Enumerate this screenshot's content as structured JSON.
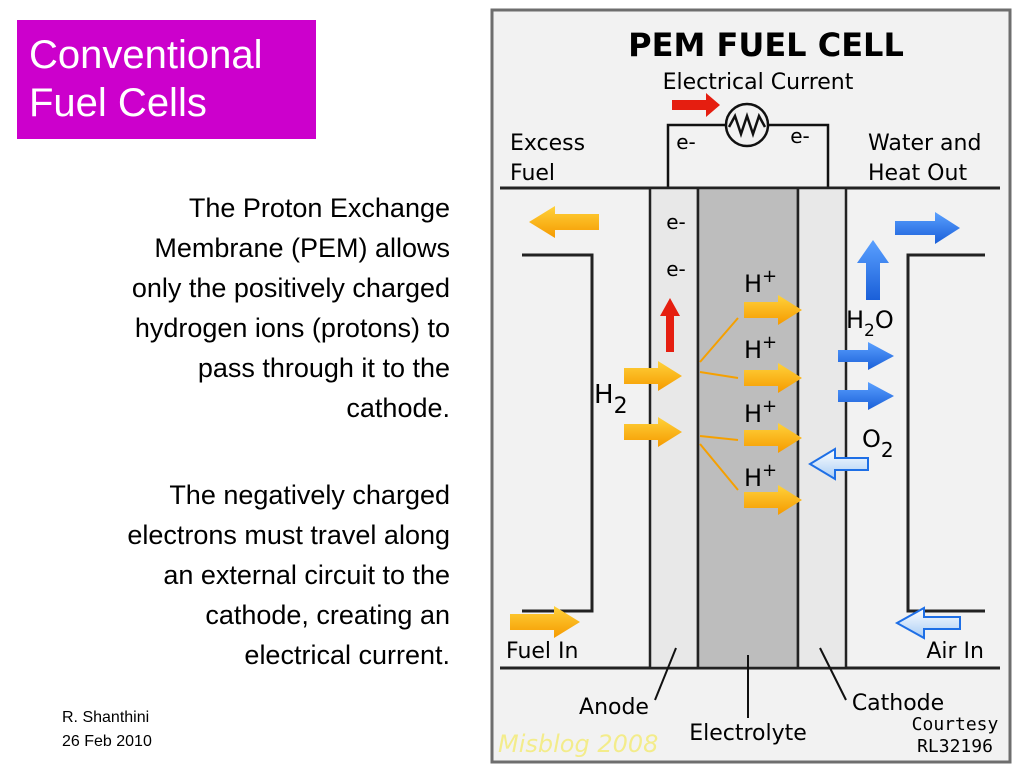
{
  "slide": {
    "title_lines": [
      "Conventional",
      "Fuel Cells"
    ],
    "paragraph1_lines": [
      "The Proton Exchange",
      "Membrane (PEM) allows",
      "only the positively charged",
      "hydrogen ions (protons) to",
      "pass through it to the",
      "cathode."
    ],
    "paragraph2_lines": [
      "The negatively charged",
      "electrons must travel along",
      "an external circuit to the",
      "cathode, creating an",
      "electrical current."
    ],
    "author": "R. Shanthini",
    "date": "26 Feb 2010"
  },
  "diagram": {
    "title": "PEM FUEL CELL",
    "subtitle": "Electrical Current",
    "circuit_electron_left": "e-",
    "circuit_electron_right": "e-",
    "excess_fuel_lines": [
      "Excess",
      "Fuel"
    ],
    "water_heat_lines": [
      "Water and",
      "Heat Out"
    ],
    "anode_electrons": [
      "e-",
      "e-"
    ],
    "proton_label": "H",
    "proton_charge": "+",
    "hydrogen": {
      "symbol": "H",
      "subscript": "2"
    },
    "water": {
      "symbol": "H",
      "subscript": "2",
      "suffix": "O"
    },
    "oxygen": {
      "symbol": "O",
      "subscript": "2"
    },
    "fuel_in": "Fuel In",
    "air_in": "Air In",
    "anode": "Anode",
    "electrolyte": "Electrolyte",
    "cathode": "Cathode",
    "watermark": "Misblog 2008",
    "courtesy_lines": [
      "Courtesy",
      "RL32196"
    ],
    "colors": {
      "orange": "#ffb400",
      "blue": "#1e6fe6",
      "red": "#e51e10",
      "plate": "#e8e8e8",
      "electrolyte": "#bdbdbd",
      "frame": "#6e6e6e",
      "background": "#f2f2f2"
    }
  }
}
